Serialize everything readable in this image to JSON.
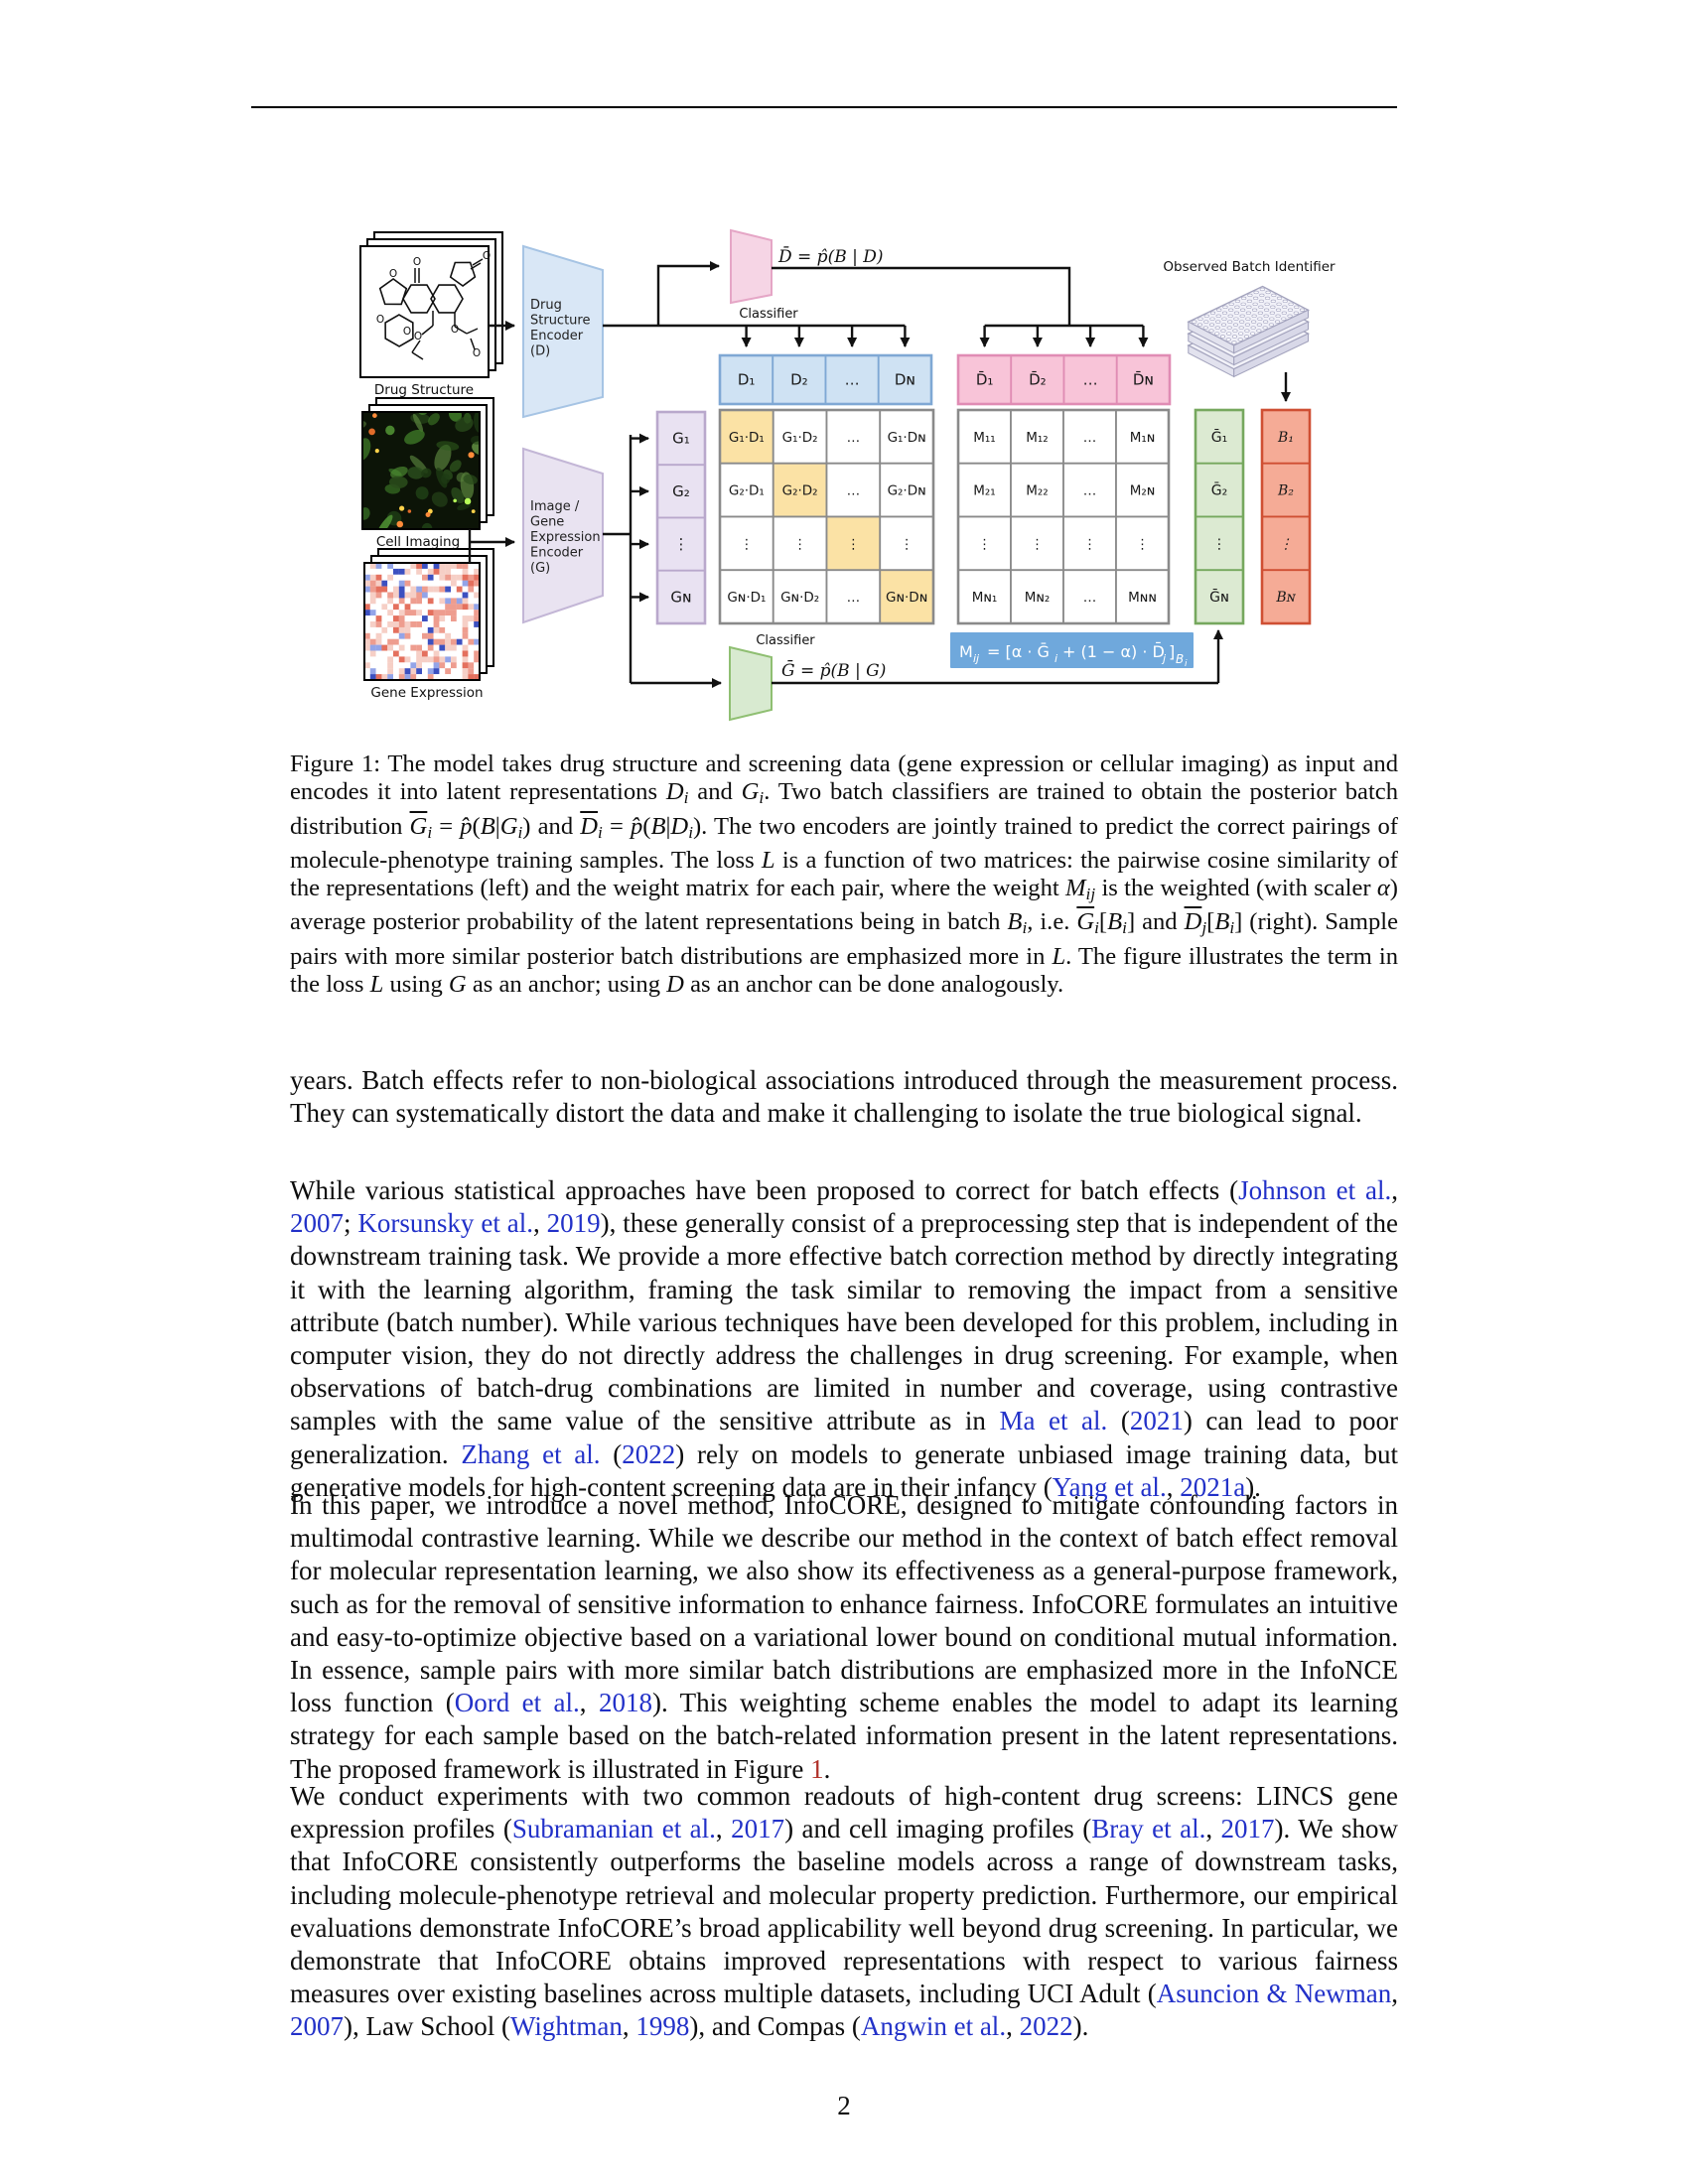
{
  "page": {
    "number": "2"
  },
  "colors": {
    "citation_link": "#2231c8",
    "figure_ref": "#b03028",
    "weight_box_blue": "#6fa8dc",
    "d_cell_blue": "#cfe2f3",
    "d_cell_border": "#7fa8d4",
    "dbar_cell_pink": "#f8c4d8",
    "dbar_cell_border": "#e08cb4",
    "g_cell_purple": "#e9e2f2",
    "g_cell_border": "#b9a8cc",
    "gbar_cell_green": "#dcead2",
    "gbar_cell_border": "#76a85e",
    "b_cell_salmon": "#f5ab96",
    "b_cell_border": "#cf4f33",
    "diag_highlight": "#fbe2a5",
    "matrix_border": "#8a8a8a"
  },
  "figure": {
    "labels": {
      "drug_structure": "Drug Structure",
      "cell_imaging": "Cell Imaging",
      "gene_expression": "Gene Expression",
      "observed_batch_identifier": "Observed Batch Identifier",
      "classifier": "Classifier",
      "atom_o": "O",
      "drug_encoder_lines": [
        "Drug",
        "Structure",
        "Encoder",
        "(D)"
      ],
      "gene_encoder_lines": [
        "Image /",
        "Gene",
        "Expression",
        "Encoder",
        "(G)"
      ],
      "formula_dbar": "D̄ = p̂(B | D)",
      "formula_gbar": "Ḡ = p̂(B | G)"
    },
    "weight_formula": {
      "m": "M",
      "ij": "ij",
      "mid": "= [α · Ḡ",
      "i": "i",
      "mid2": "+ (1 − α) · D̄",
      "j": "j",
      "close": "]",
      "b": "B",
      "bi": "i"
    },
    "d_row": [
      "D₁",
      "D₂",
      "…",
      "Dɴ"
    ],
    "dbar_row": [
      "D̄₁",
      "D̄₂",
      "…",
      "D̄ɴ"
    ],
    "g_col": [
      "G₁",
      "G₂",
      "⋮",
      "Gɴ"
    ],
    "gbar_col": [
      "Ḡ₁",
      "Ḡ₂",
      "⋮",
      "Ḡɴ"
    ],
    "b_col": [
      "B₁",
      "B₂",
      "⋮",
      "Bɴ"
    ],
    "sim_matrix": [
      [
        "G₁·D₁",
        "G₁·D₂",
        "…",
        "G₁·Dɴ"
      ],
      [
        "G₂·D₁",
        "G₂·D₂",
        "…",
        "G₂·Dɴ"
      ],
      [
        "⋮",
        "⋮",
        "⋮",
        "⋮"
      ],
      [
        "Gɴ·D₁",
        "Gɴ·D₂",
        "…",
        "Gɴ·Dɴ"
      ]
    ],
    "m_matrix": [
      [
        "M₁₁",
        "M₁₂",
        "…",
        "M₁ɴ"
      ],
      [
        "M₂₁",
        "M₂₂",
        "…",
        "M₂ɴ"
      ],
      [
        "⋮",
        "⋮",
        "⋮",
        "⋮"
      ],
      [
        "Mɴ₁",
        "Mɴ₂",
        "…",
        "Mɴɴ"
      ]
    ]
  },
  "caption": {
    "runs": [
      {
        "t": "Figure 1: The model takes drug structure and screening data (gene expression or cellular imaging) as input and encodes it into latent representations "
      },
      {
        "t": "D",
        "s": "m"
      },
      {
        "t": "i",
        "s": "msub"
      },
      {
        "t": " and "
      },
      {
        "t": "G",
        "s": "m"
      },
      {
        "t": "i",
        "s": "msub"
      },
      {
        "t": ". Two batch classifiers are trained to obtain the posterior batch distribution "
      },
      {
        "t": "G",
        "s": "mo"
      },
      {
        "t": "i",
        "s": "msub"
      },
      {
        "t": " = "
      },
      {
        "t": "p̂",
        "s": "m"
      },
      {
        "t": "("
      },
      {
        "t": "B",
        "s": "m"
      },
      {
        "t": "|"
      },
      {
        "t": "G",
        "s": "m"
      },
      {
        "t": "i",
        "s": "msub"
      },
      {
        "t": ") and "
      },
      {
        "t": "D",
        "s": "mo"
      },
      {
        "t": "i",
        "s": "msub"
      },
      {
        "t": " = "
      },
      {
        "t": "p̂",
        "s": "m"
      },
      {
        "t": "("
      },
      {
        "t": "B",
        "s": "m"
      },
      {
        "t": "|"
      },
      {
        "t": "D",
        "s": "m"
      },
      {
        "t": "i",
        "s": "msub"
      },
      {
        "t": "). The two encoders are jointly trained to predict the correct pairings of molecule-phenotype training samples. The loss "
      },
      {
        "t": "L",
        "s": "m"
      },
      {
        "t": " is a function of two matrices: the pairwise cosine similarity of the representations (left) and the weight matrix for each pair, where the weight "
      },
      {
        "t": "M",
        "s": "m"
      },
      {
        "t": "ij",
        "s": "msub"
      },
      {
        "t": " is the weighted (with scaler "
      },
      {
        "t": "α",
        "s": "m"
      },
      {
        "t": ") average posterior probability of the latent representations being in batch "
      },
      {
        "t": "B",
        "s": "m"
      },
      {
        "t": "i",
        "s": "msub"
      },
      {
        "t": ", i.e. "
      },
      {
        "t": "G",
        "s": "mo"
      },
      {
        "t": "i",
        "s": "msub"
      },
      {
        "t": "["
      },
      {
        "t": "B",
        "s": "m"
      },
      {
        "t": "i",
        "s": "msub"
      },
      {
        "t": "] and "
      },
      {
        "t": "D",
        "s": "mo"
      },
      {
        "t": "j",
        "s": "msub"
      },
      {
        "t": "["
      },
      {
        "t": "B",
        "s": "m"
      },
      {
        "t": "i",
        "s": "msub"
      },
      {
        "t": "] (right). Sample pairs with more similar posterior batch distributions are emphasized more in "
      },
      {
        "t": "L",
        "s": "m"
      },
      {
        "t": ". The figure illustrates the term in the loss "
      },
      {
        "t": "L",
        "s": "m"
      },
      {
        "t": " using "
      },
      {
        "t": "G",
        "s": "m"
      },
      {
        "t": " as an anchor; using "
      },
      {
        "t": "D",
        "s": "m"
      },
      {
        "t": " as an anchor can be done analogously."
      }
    ]
  },
  "paragraphs": {
    "p1": {
      "runs": [
        {
          "t": "years.  Batch effects refer to non-biological associations introduced through the measurement process.  They can systematically distort the data and make it challenging to isolate the true biological signal."
        }
      ]
    },
    "p2": {
      "runs": [
        {
          "t": "While various statistical approaches have been proposed to correct for batch effects ("
        },
        {
          "t": "Johnson et al.",
          "s": "link"
        },
        {
          "t": ", "
        },
        {
          "t": "2007",
          "s": "link"
        },
        {
          "t": "; "
        },
        {
          "t": "Korsunsky et al.",
          "s": "link"
        },
        {
          "t": ", "
        },
        {
          "t": "2019",
          "s": "link"
        },
        {
          "t": "), these generally consist of a preprocessing step that is independent of the downstream training task.  We provide a more effective batch correction method by directly integrating it with the learning algorithm, framing the task similar to removing the impact from a sensitive attribute (batch number).  While various techniques have been developed for this problem, including in computer vision, they do not directly address the challenges in drug screening.  For example, when observations of batch-drug combinations are limited in number and coverage, using contrastive samples with the same value of the sensitive attribute as in "
        },
        {
          "t": "Ma et al.",
          "s": "link"
        },
        {
          "t": " ("
        },
        {
          "t": "2021",
          "s": "link"
        },
        {
          "t": ") can lead to poor generalization.  "
        },
        {
          "t": "Zhang et al.",
          "s": "link"
        },
        {
          "t": " ("
        },
        {
          "t": "2022",
          "s": "link"
        },
        {
          "t": ") rely on models to generate unbiased image training data, but generative models for high-content screening data are in their infancy ("
        },
        {
          "t": "Yang et al.",
          "s": "link"
        },
        {
          "t": ", "
        },
        {
          "t": "2021a",
          "s": "link"
        },
        {
          "t": ")."
        }
      ]
    },
    "p3": {
      "runs": [
        {
          "t": "In this paper, we introduce a novel method, InfoCORE, designed to mitigate confounding factors in multimodal contrastive learning.  While we describe our method in the context of batch effect removal for molecular representation learning, we also show its effectiveness as a general-purpose framework, such as for the removal of sensitive information to enhance fairness.  InfoCORE formulates an intuitive and easy-to-optimize objective based on a variational lower bound on conditional mutual information.  In essence, sample pairs with more similar batch distributions are emphasized more in the InfoNCE loss function ("
        },
        {
          "t": "Oord et al.",
          "s": "link"
        },
        {
          "t": ", "
        },
        {
          "t": "2018",
          "s": "link"
        },
        {
          "t": ").  This weighting scheme enables the model to adapt its learning strategy for each sample based on the batch-related information present in the latent representations. The proposed framework is illustrated in Figure "
        },
        {
          "t": "1",
          "s": "flink"
        },
        {
          "t": "."
        }
      ]
    },
    "p4": {
      "runs": [
        {
          "t": "We conduct experiments with two common readouts of high-content drug screens:  LINCS gene expression profiles ("
        },
        {
          "t": "Subramanian et al.",
          "s": "link"
        },
        {
          "t": ", "
        },
        {
          "t": "2017",
          "s": "link"
        },
        {
          "t": ") and cell imaging profiles ("
        },
        {
          "t": "Bray et al.",
          "s": "link"
        },
        {
          "t": ", "
        },
        {
          "t": "2017",
          "s": "link"
        },
        {
          "t": ").  We show that InfoCORE consistently outperforms the baseline models across a range of downstream tasks, including molecule-phenotype retrieval and molecular property prediction.  Furthermore, our empirical evaluations demonstrate InfoCORE’s broad applicability well beyond drug screening.  In particular, we demonstrate that InfoCORE obtains improved representations with respect to various fairness measures over existing baselines across multiple datasets, including UCI Adult ("
        },
        {
          "t": "Asuncion & Newman",
          "s": "link"
        },
        {
          "t": ", "
        },
        {
          "t": "2007",
          "s": "link"
        },
        {
          "t": "), Law School ("
        },
        {
          "t": "Wightman",
          "s": "link"
        },
        {
          "t": ", "
        },
        {
          "t": "1998",
          "s": "link"
        },
        {
          "t": "), and Compas ("
        },
        {
          "t": "Angwin et al.",
          "s": "link"
        },
        {
          "t": ", "
        },
        {
          "t": "2022",
          "s": "link"
        },
        {
          "t": ")."
        }
      ]
    }
  }
}
